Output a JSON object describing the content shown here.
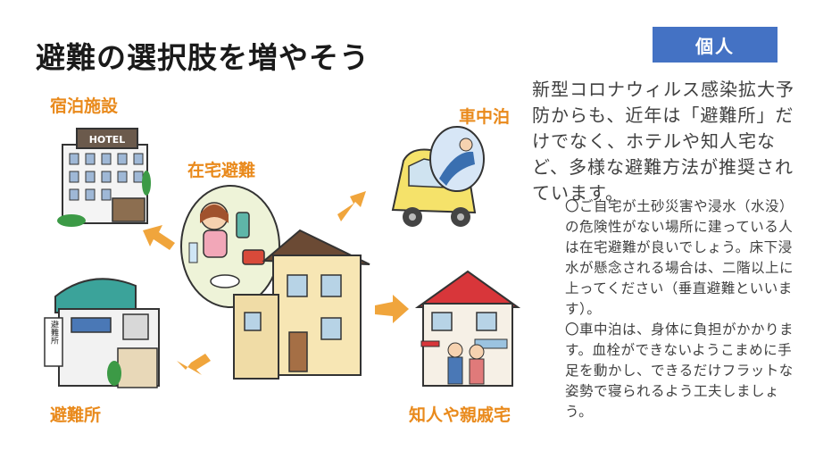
{
  "title": "避難の選択肢を増やそう",
  "badge": "個人",
  "labels": {
    "hotel": "宿泊施設",
    "home": "在宅避難",
    "car": "車中泊",
    "shelter": "避難所",
    "relatives": "知人や親戚宅"
  },
  "hotel_sign": "HOTEL",
  "shelter_sign": "避難所",
  "main_text": "新型コロナウィルス感染拡大予防からも、近年は「避難所」だけでなく、ホテルや知人宅など、多様な避難方法が推奨されています。",
  "notes": [
    "〇ご自宅が土砂災害や浸水（水没）の危険性がない場所に建っている人は在宅避難が良いでしょう。床下浸水が懸念される場合は、二階以上に上ってください（垂直避難といいます）。",
    "〇車中泊は、身体に負担がかかります。血栓ができないようこまめに手足を動かし、できるだけフラットな姿勢で寝られるよう工夫しましょう。"
  ],
  "colors": {
    "accent_orange": "#e98a1c",
    "badge_blue": "#4472c4"
  }
}
